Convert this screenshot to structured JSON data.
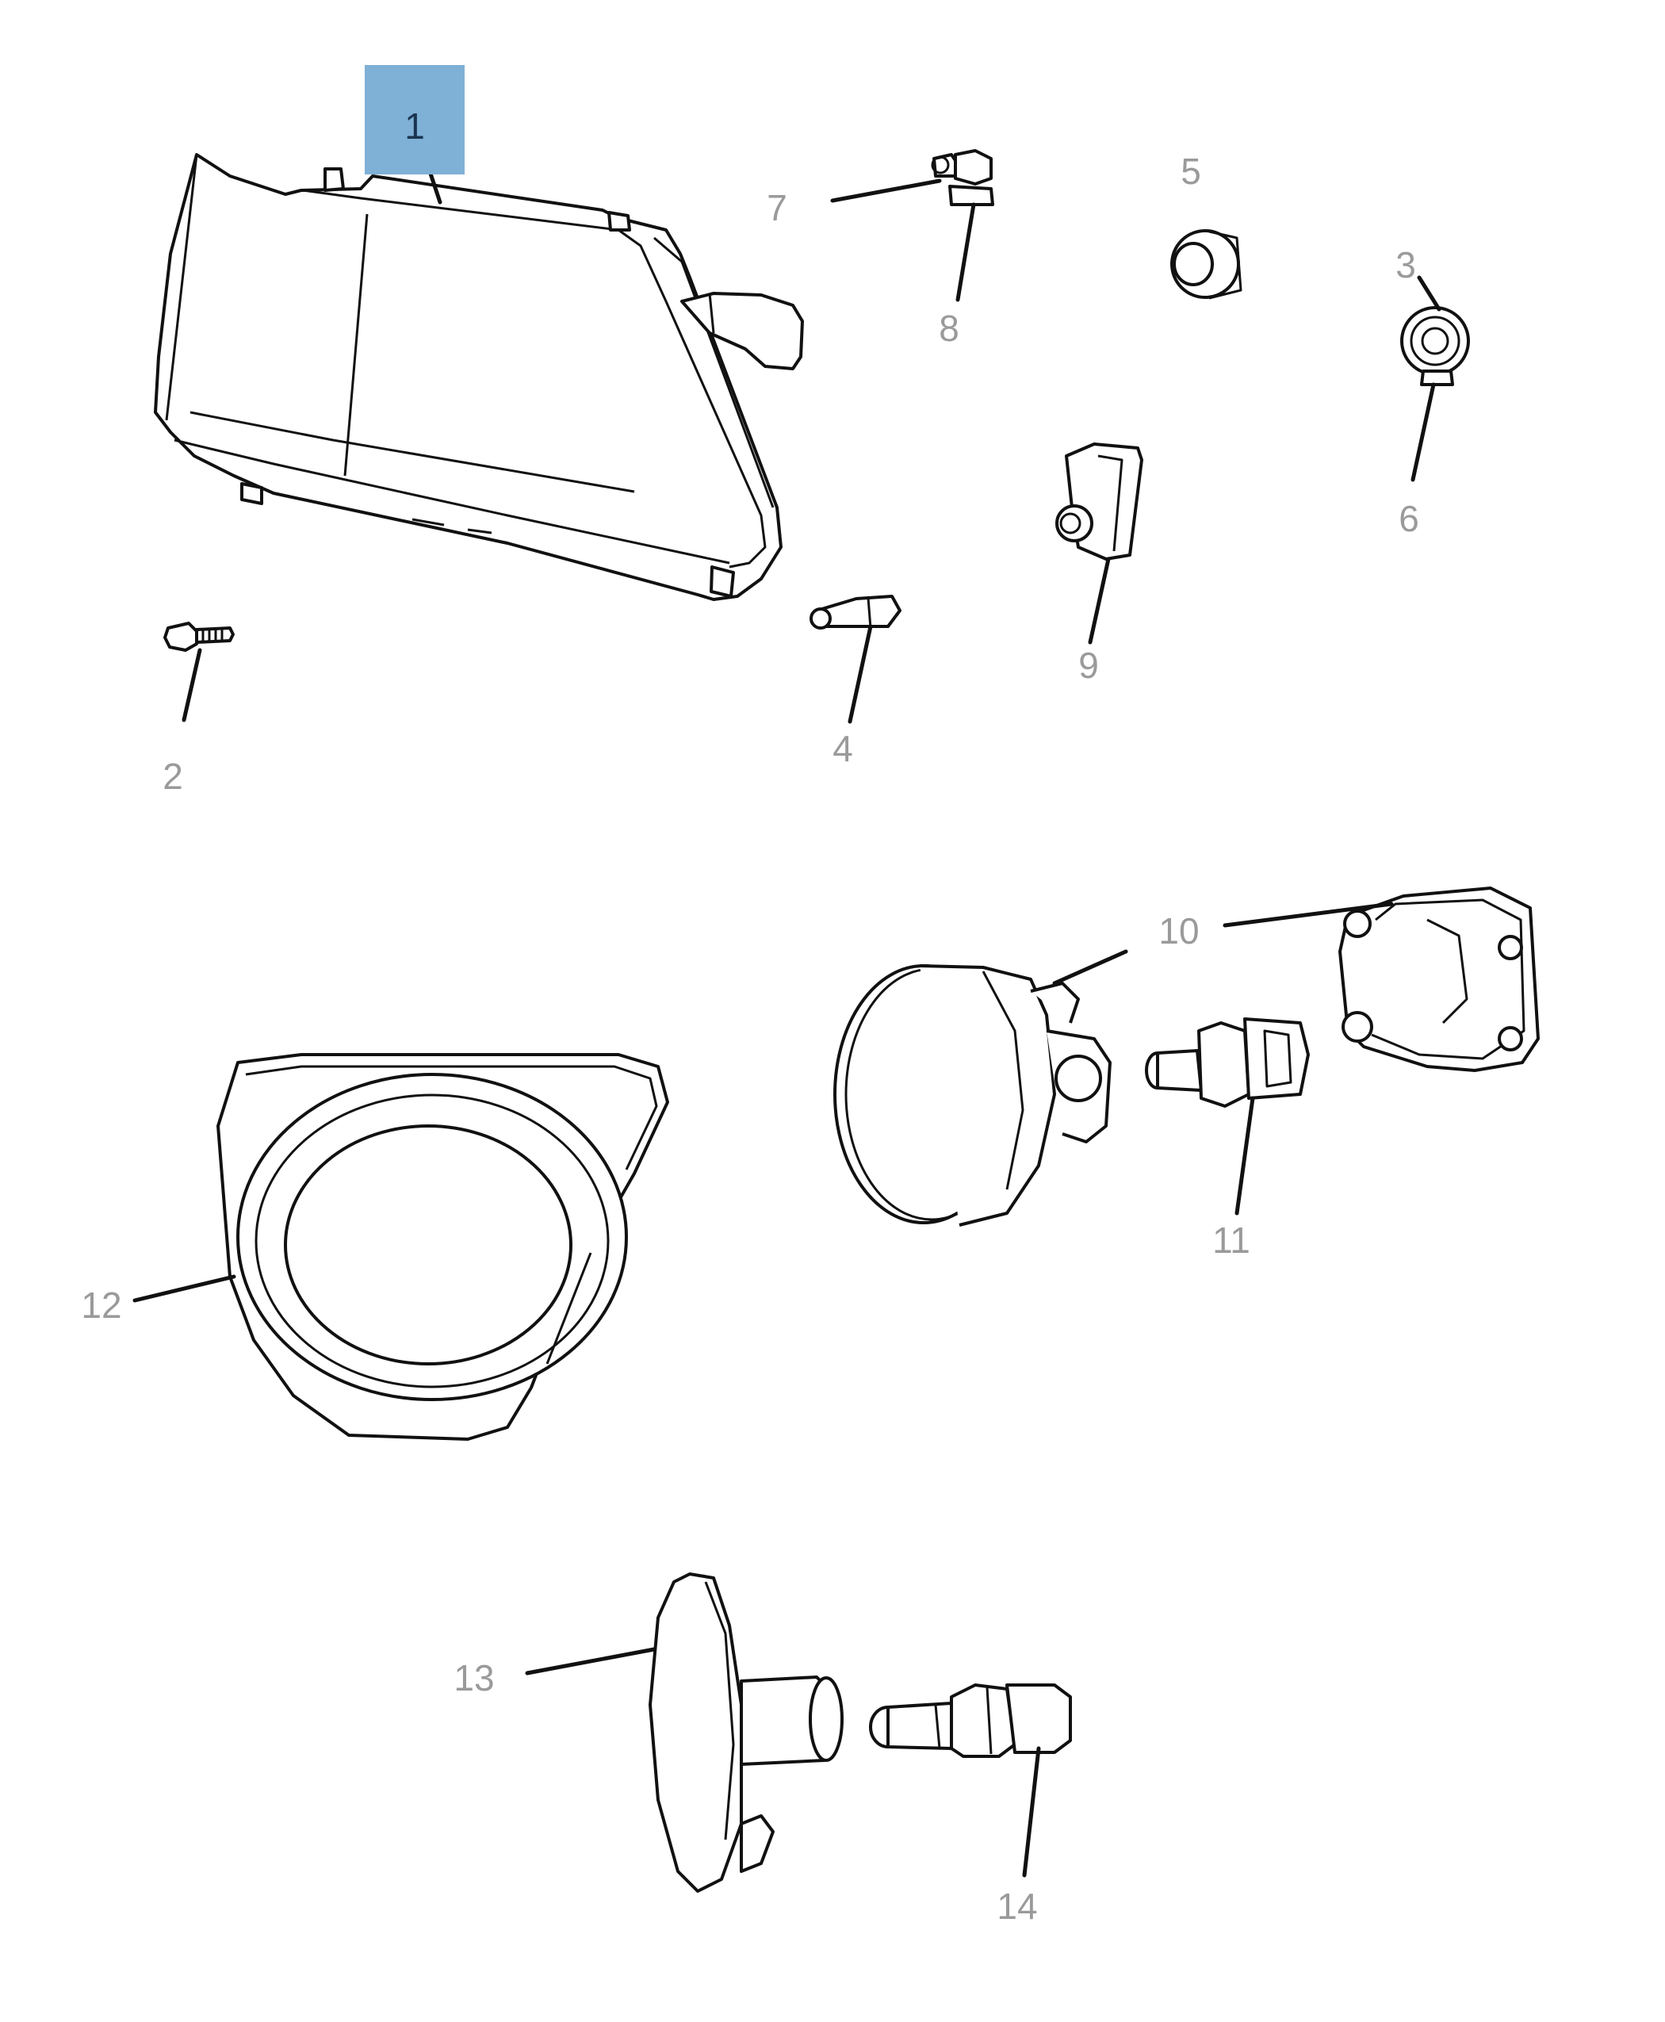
{
  "diagram": {
    "selected_callout": "1",
    "highlight_color": "#7fb0d6",
    "callouts": {
      "c1": "1",
      "c2": "2",
      "c3": "3",
      "c4": "4",
      "c5": "5",
      "c6": "6",
      "c7": "7",
      "c8": "8",
      "c9": "9",
      "c10": "10",
      "c11": "11",
      "c12": "12",
      "c13": "13",
      "c14": "14"
    }
  }
}
